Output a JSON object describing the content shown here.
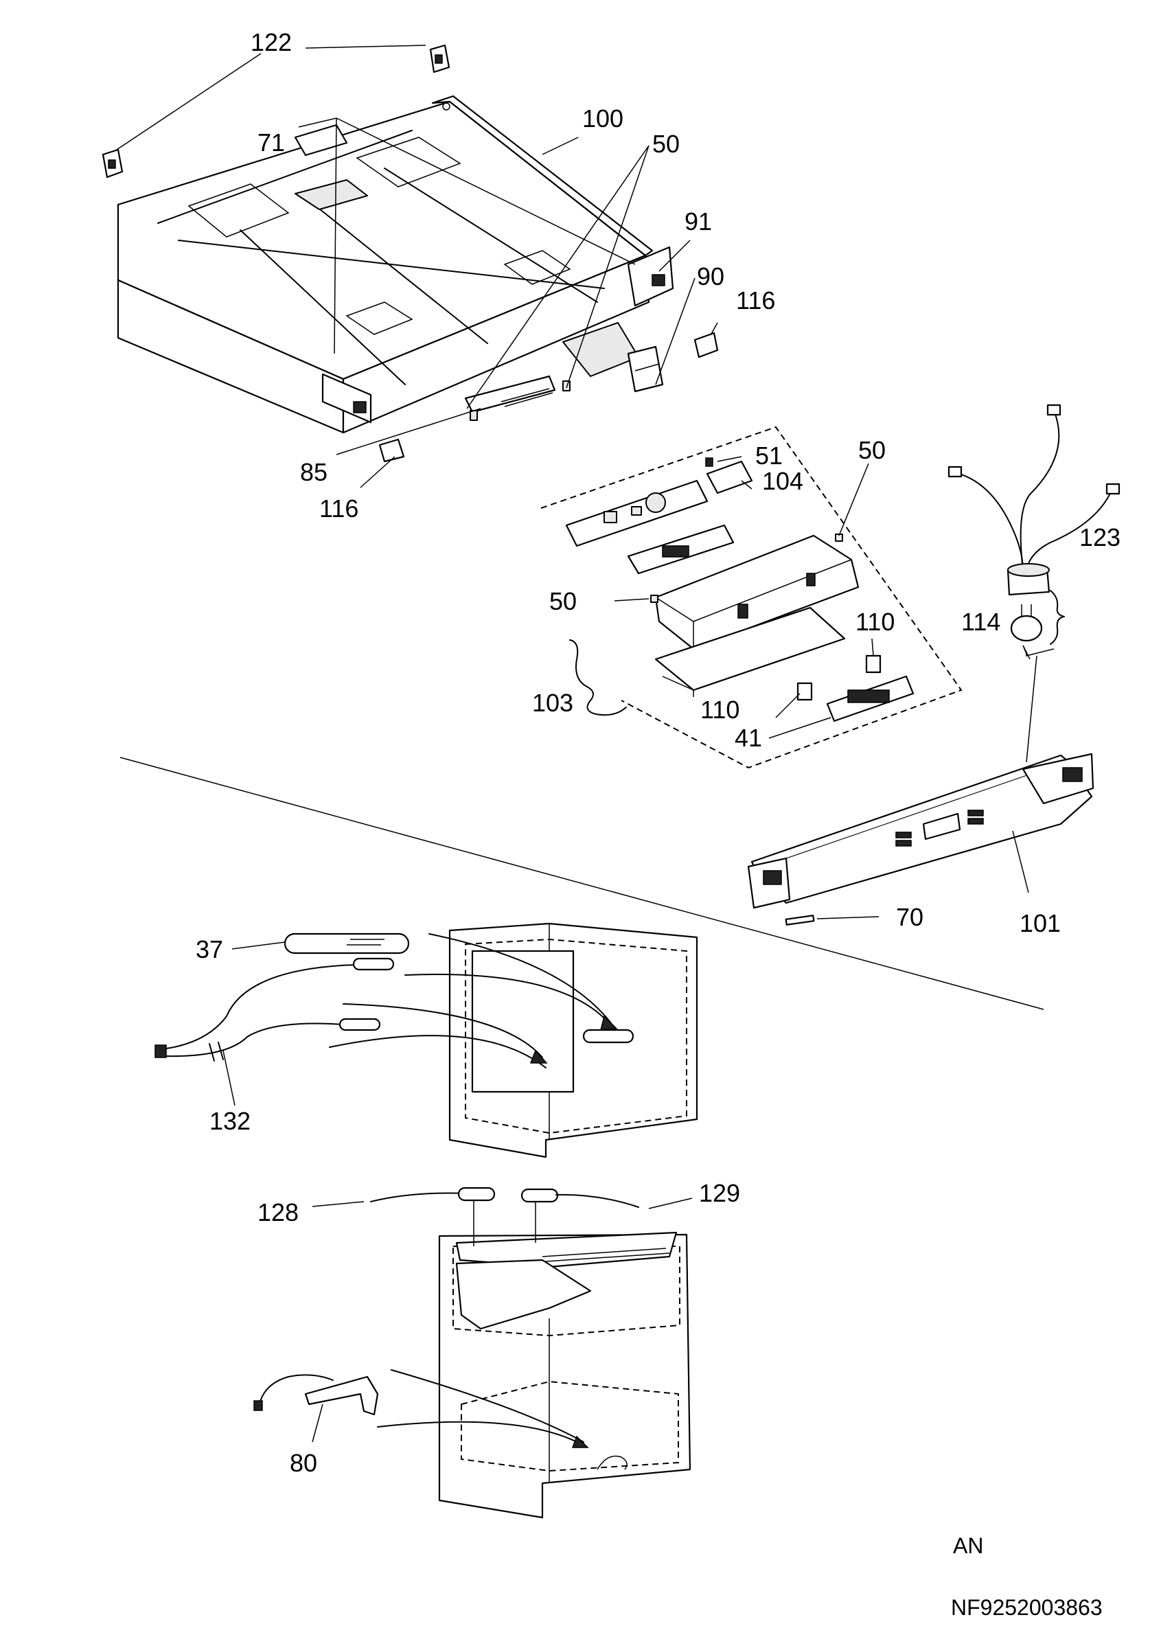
{
  "diagram": {
    "part_labels": {
      "p122": "122",
      "p71": "71",
      "p100": "100",
      "p50a": "50",
      "p91": "91",
      "p90": "90",
      "p116a": "116",
      "p85": "85",
      "p116b": "116",
      "p51": "51",
      "p104": "104",
      "p50b": "50",
      "p123": "123",
      "p50c": "50",
      "p110a": "110",
      "p114": "114",
      "p103": "103",
      "p110b": "110",
      "p41": "41",
      "p70": "70",
      "p101": "101",
      "p37": "37",
      "p132": "132",
      "p128": "128",
      "p129": "129",
      "p80": "80"
    },
    "footer": {
      "variant": "AN",
      "code": "NF9252003863"
    }
  }
}
